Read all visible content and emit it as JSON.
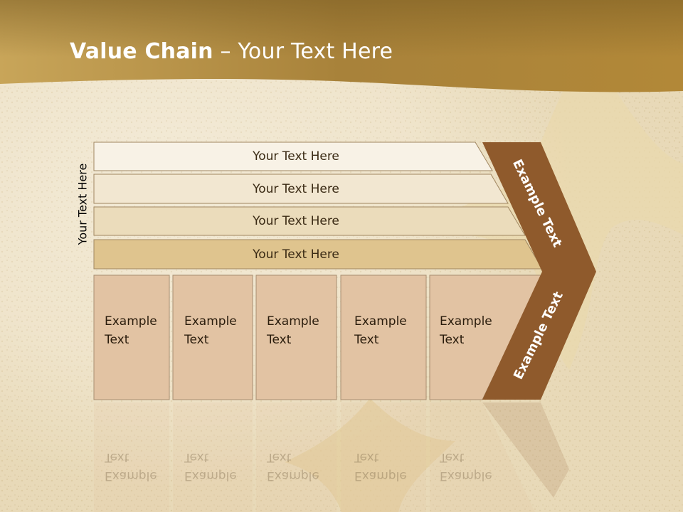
{
  "title": {
    "bold": "Value Chain",
    "rest": " – Your Text Here"
  },
  "side_label": "Your Text Here",
  "support_bars": [
    {
      "label": "Your Text Here",
      "fill": "#f8f2e6"
    },
    {
      "label": "Your Text Here",
      "fill": "#f2e7d1"
    },
    {
      "label": "Your Text Here",
      "fill": "#ebdcbb"
    },
    {
      "label": "Your Text Here",
      "fill": "#dfc48e"
    }
  ],
  "primary_columns": [
    {
      "label": "Example\nText"
    },
    {
      "label": "Example\nText"
    },
    {
      "label": "Example\nText"
    },
    {
      "label": "Example\nText"
    },
    {
      "label": "Example\nText"
    }
  ],
  "arrow": {
    "upper_label": "Example Text",
    "lower_label": "Example Text",
    "fill": "#8f5a2c"
  },
  "colors": {
    "header": "#b48a3a",
    "column_fill": "#e2c3a3",
    "column_stroke": "#a88e70",
    "bar_stroke": "#a08660"
  }
}
